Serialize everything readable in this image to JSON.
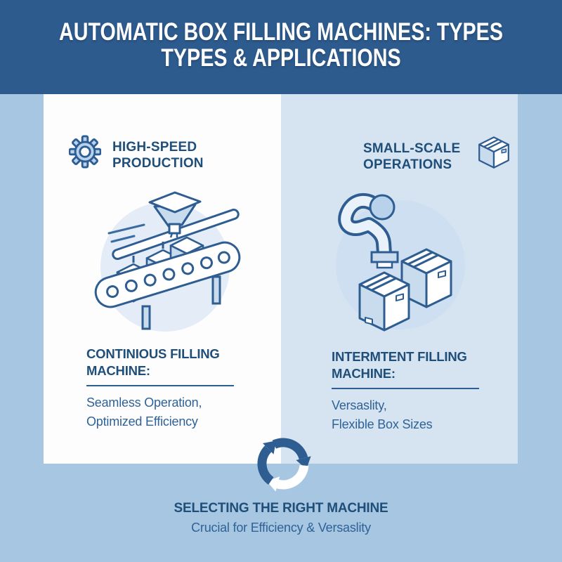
{
  "header": {
    "title_line1": "AUTOMATIC BOX FILLING MACHINES: TYPES",
    "title_line2": "TYPES & APPLICATIONS"
  },
  "left_panel": {
    "icon": "gear-icon",
    "label_line1": "HIGH-SPEED",
    "label_line2": "PRODUCTION",
    "illustration": "conveyor-belt-with-boxes-and-hopper",
    "heading_line1": "CONTINIOUS FILLING",
    "heading_line2": "MACHINE:",
    "body_line1": "Seamless Operation,",
    "body_line2": "Optimized Efficiency"
  },
  "right_panel": {
    "icon": "carton-box-icon",
    "label_line1": "SMALL-SCALE",
    "label_line2": "OPERATIONS",
    "illustration": "robotic-arm-with-boxes",
    "heading_line1": "INTERMTENT FILLING",
    "heading_line2": "MACHINE:",
    "body_line1": "Versaslity,",
    "body_line2": "Flexible Box Sizes"
  },
  "footer": {
    "icon": "cycle-arrows-icon",
    "heading": "SELECTING THE RIGHT MACHINE",
    "subheading": "Crucial for Efficiency & Versaslity"
  },
  "colors": {
    "header_bg": "#2d5b8d",
    "page_bg": "#a6c6e1",
    "panel_white": "#fdfdfe",
    "panel_blue": "#d6e4f1",
    "text_navy": "#1f4e79",
    "text_blue": "#2f6296",
    "line_art": "#2e5d92",
    "fill_light": "#c9dcee",
    "circle_left": "#e3ecf7",
    "circle_right": "#cddff1"
  }
}
